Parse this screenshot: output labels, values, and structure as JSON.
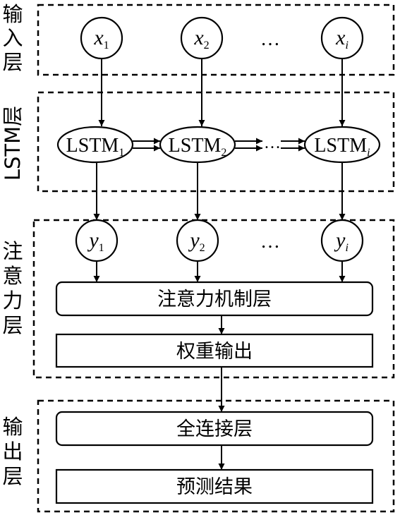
{
  "layers": {
    "input": {
      "label_chars": [
        "输",
        "入",
        "层"
      ]
    },
    "lstm": {
      "label": "LSTM层"
    },
    "attention": {
      "label_chars": [
        "注",
        "意",
        "力",
        "层"
      ]
    },
    "output": {
      "label_chars": [
        "输",
        "出",
        "层"
      ]
    }
  },
  "inputs": [
    {
      "var": "x",
      "sub": "1"
    },
    {
      "var": "x",
      "sub": "2"
    },
    {
      "var": "x",
      "sub": "i"
    }
  ],
  "lstm_cells": [
    {
      "name": "LSTM",
      "sub": "1"
    },
    {
      "name": "LSTM",
      "sub": "2"
    },
    {
      "name": "LSTM",
      "sub": "i"
    }
  ],
  "outputs": [
    {
      "var": "y",
      "sub": "1"
    },
    {
      "var": "y",
      "sub": "2"
    },
    {
      "var": "y",
      "sub": "i"
    }
  ],
  "ellipsis": "…",
  "boxes": {
    "attention_mechanism": "注意力机制层",
    "weight_output": "权重输出",
    "fully_connected": "全连接层",
    "prediction": "预测结果"
  }
}
